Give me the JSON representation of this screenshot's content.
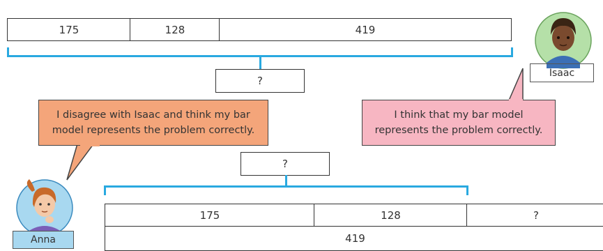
{
  "top_model": {
    "segments": [
      "175",
      "128",
      "419"
    ],
    "total": "?"
  },
  "bottom_model": {
    "total": "?",
    "parts": [
      "175",
      "128",
      "?"
    ],
    "whole": "419"
  },
  "isaac": {
    "name": "Isaac",
    "speech": "I think that my bar model represents the problem correctly."
  },
  "anna": {
    "name": "Anna",
    "speech": "I disagree with Isaac and think my bar model represents the problem correctly."
  },
  "colors": {
    "bracket": "#29a9e0",
    "isaac_bubble": "#f7b6c2",
    "anna_bubble": "#f4a57a",
    "name_tag": "#c8e8b4",
    "avatar_bg_isaac": "#b5e0a8",
    "avatar_bg_anna": "#a8d8f0"
  }
}
